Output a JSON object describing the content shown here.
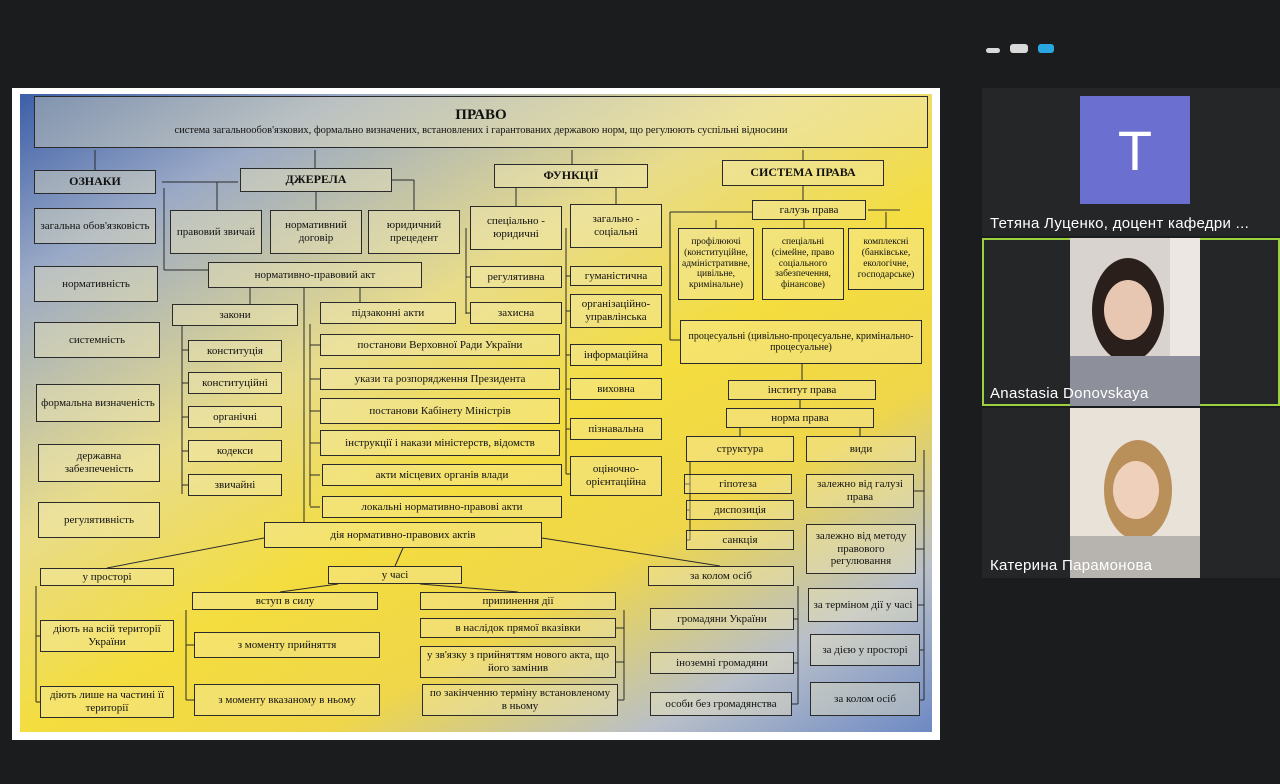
{
  "window_controls": [
    "minimize-icon",
    "restore-icon",
    "layout-icon"
  ],
  "slide": {
    "title": "ПРАВО",
    "definition": "система загальнообов'язкових, формально визначених, встановлених і гарантованих державою норм, що регулюють суспільні відносини",
    "sections": {
      "oznaky": "ОЗНАКИ",
      "dzherela": "ДЖЕРЕЛА",
      "funktsii": "ФУНКЦІЇ",
      "systema": "СИСТЕМА ПРАВА"
    },
    "oznaky_items": [
      "загальна обов'язковість",
      "нормативність",
      "системність",
      "формальна визначеність",
      "державна забезпеченість",
      "регулятивність"
    ],
    "dzherela_items": [
      "правовий звичай",
      "нормативний договір",
      "юридичний прецедент"
    ],
    "npa": "нормативно-правовий акт",
    "zakony": "закони",
    "zakony_items": [
      "конституція",
      "конституційні",
      "органічні",
      "кодекси",
      "звичайні"
    ],
    "pidzakonni": "підзаконні акти",
    "pidzakonni_items": [
      "постанови Верховної Ради України",
      "укази та розпорядження Президента",
      "постанови Кабінету Міністрів",
      "інструкції і накази міністерств, відомств",
      "акти місцевих органів влади",
      "локальні нормативно-правові акти"
    ],
    "funktsii_groups": [
      "спеціально - юридичні",
      "загально - соціальні"
    ],
    "funktsii_spec": [
      "регулятивна",
      "захисна"
    ],
    "funktsii_zag": [
      "гуманістична",
      "організаційно-управлінська",
      "інформаційна",
      "виховна",
      "пізнавальна",
      "оціночно-орієнтаційна"
    ],
    "galuz": "галузь права",
    "galuz_items": [
      "профілюючі (конституційне, адміністративне, цивільне, кримінальне)",
      "спеціальні (сімейне, право соціального забезпечення, фінансове)",
      "комплексні (банківське, екологічне, господарське)"
    ],
    "protsesualni": "процесуальні (цивільно-процесуальне, кримінально-процесуальне)",
    "instytut": "інститут права",
    "norma": "норма права",
    "struktura": "структура",
    "struktura_items": [
      "гіпотеза",
      "диспозиція",
      "санкція"
    ],
    "vydy": "види",
    "vydy_items": [
      "залежно від галузі права",
      "залежно від методу правового регулювання",
      "за терміном дії у часі",
      "за дією у просторі",
      "за колом осіб"
    ],
    "diia": "дія нормативно-правових актів",
    "prostir": "у просторі",
    "prostir_items": [
      "діють на всій території України",
      "діють лише на частині її території"
    ],
    "chas": "у часі",
    "vstup": "вступ в силу",
    "vstup_items": [
      "з моменту прийняття",
      "з моменту вказаному в ньому"
    ],
    "prypynennia": "припинення дії",
    "prypynennia_items": [
      "в наслідок прямої вказівки",
      "у зв'язку з прийняттям нового акта, що його замінив",
      "по закінченню терміну встановленому в ньому"
    ],
    "kolo": "за колом осіб",
    "kolo_items": [
      "громадяни України",
      "іноземні громадяни",
      "особи без громадянства"
    ]
  },
  "participants": [
    {
      "name": "Тетяна Луценко, доцент кафедри ...",
      "avatar_letter": "T",
      "avatar_color": "#6b70d0"
    },
    {
      "name": "Anastasia Donovskaya",
      "active": true
    },
    {
      "name": "Катерина Парамонова"
    }
  ]
}
